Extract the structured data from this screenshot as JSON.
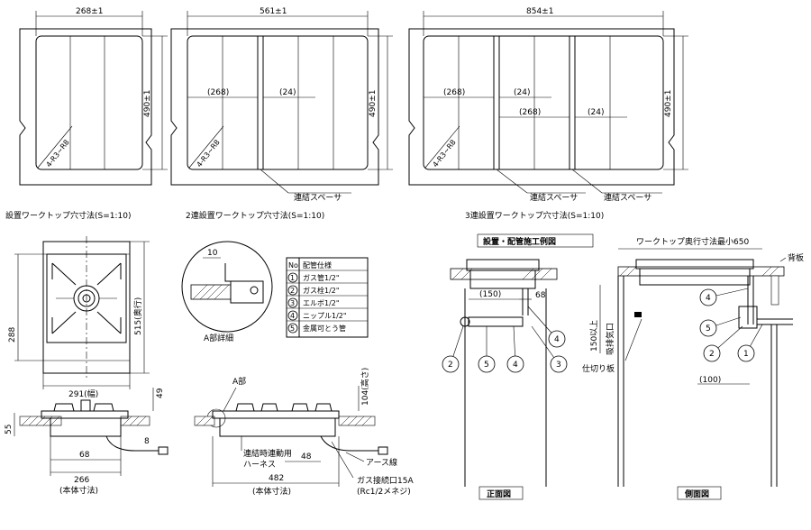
{
  "top_views": {
    "single": {
      "width_dim": "268±1",
      "height_dim": "490±1",
      "radius": "4-R3~R8",
      "caption": "設置ワークトップ穴寸法(S=1:10)"
    },
    "double": {
      "width_dim": "561±1",
      "height_dim": "490±1",
      "sub_dim_a": "(268)",
      "sub_dim_b": "(24)",
      "radius": "4-R3~R8",
      "spacer": "連結スペーサ",
      "caption": "2連設置ワークトップ穴寸法(S=1:10)"
    },
    "triple": {
      "width_dim": "854±1",
      "height_dim": "490±1",
      "sub_dim_a": "(268)",
      "sub_dim_b": "(24)",
      "sub_dim_c": "(268)",
      "sub_dim_d": "(24)",
      "radius": "4-R3~R8",
      "spacer_1": "連結スペーサ",
      "spacer_2": "連結スペーサ",
      "caption": "3連設置ワークトップ穴寸法(S=1:10)"
    }
  },
  "unit_view": {
    "depth_dim": "515(奥行)",
    "burner_dim": "288",
    "width_dim": "291(幅)",
    "dim_49": "49",
    "dim_55": "55",
    "dim_8": "8",
    "dim_68": "68",
    "body_width": "266",
    "body_note": "(本体寸法)"
  },
  "detail_a": {
    "dim_10": "10",
    "caption": "A部詳細"
  },
  "parts_table": {
    "header_no": "No",
    "header_spec": "配管仕様",
    "rows": [
      {
        "no": "1",
        "spec": "ガス管1/2\""
      },
      {
        "no": "2",
        "spec": "ガス栓1/2\""
      },
      {
        "no": "3",
        "spec": "エルボ1/2\""
      },
      {
        "no": "4",
        "spec": "ニップル1/2\""
      },
      {
        "no": "5",
        "spec": "金属可とう管"
      }
    ]
  },
  "double_side": {
    "a_label": "A部",
    "height_dim": "104(高さ)",
    "harness": "連結時連動用",
    "harness2": "ハーネス",
    "dim_48": "48",
    "earth": "アース線",
    "width_dim": "482",
    "body_note": "(本体寸法)",
    "gas_port": "ガス接続口15A",
    "gas_port2": "(Rc1/2メネジ)"
  },
  "piping": {
    "title": "設置・配管施工例図",
    "front": {
      "dim_150": "(150)",
      "dim_68": "68",
      "label": "正面図",
      "markers": [
        "2",
        "5",
        "4",
        "3",
        "4"
      ]
    },
    "side": {
      "depth_label": "ワークトップ奥行寸法最小650",
      "back_panel": "背板",
      "intake": "吸排気口",
      "min150": "150以上",
      "partition": "仕切り板",
      "dim_100": "(100)",
      "label": "側面図",
      "markers": [
        "4",
        "5",
        "2",
        "1"
      ]
    }
  }
}
